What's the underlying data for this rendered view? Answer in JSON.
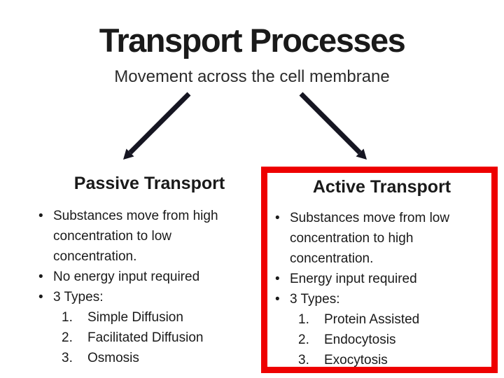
{
  "slide": {
    "title": "Transport Processes",
    "subtitle": "Movement across the cell membrane"
  },
  "colors": {
    "background": "#ffffff",
    "text": "#1a1a1a",
    "arrow": "#161622",
    "highlight_border": "#ee0000"
  },
  "icons": {
    "left_arrow": "diagonal-arrow-down-left",
    "right_arrow": "diagonal-arrow-down-right"
  },
  "passive": {
    "heading": "Passive Transport",
    "bullets": [
      "Substances move from high concentration to low concentration.",
      "No energy input required",
      "3 Types:"
    ],
    "types": [
      {
        "num": "1.",
        "label": "Simple Diffusion"
      },
      {
        "num": "2.",
        "label": "Facilitated Diffusion"
      },
      {
        "num": "3.",
        "label": "Osmosis"
      }
    ]
  },
  "active": {
    "heading": "Active Transport",
    "bullets": [
      "Substances move from low concentration to high concentration.",
      "Energy input required",
      "3 Types:"
    ],
    "types": [
      {
        "num": "1.",
        "label": "Protein Assisted"
      },
      {
        "num": "2.",
        "label": "Endocytosis"
      },
      {
        "num": "3.",
        "label": "Exocytosis"
      }
    ]
  }
}
